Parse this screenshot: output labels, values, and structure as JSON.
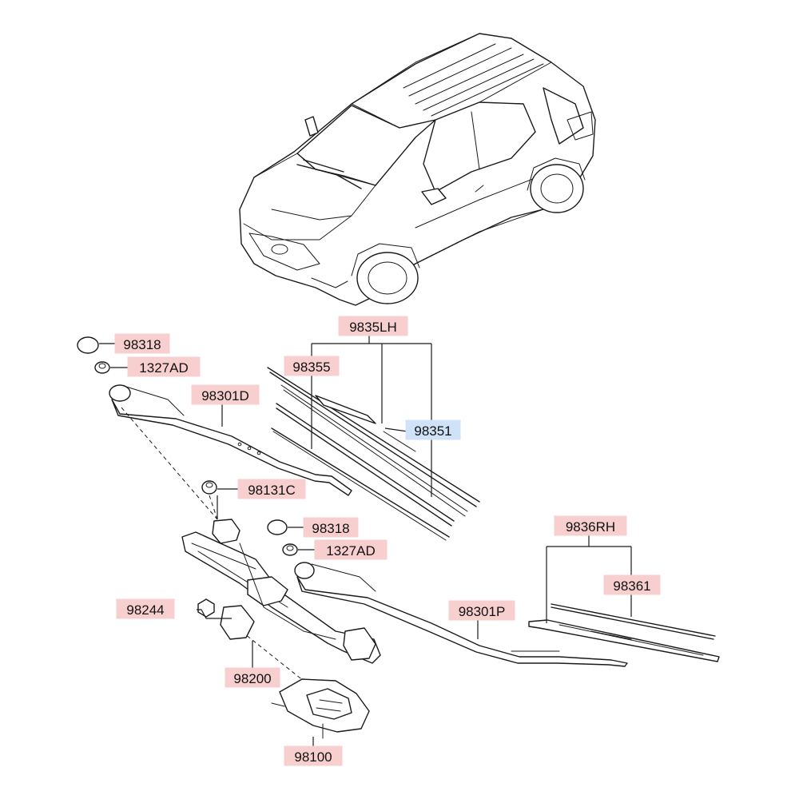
{
  "colors": {
    "label_background": "#f7cfcf",
    "highlighted_label_background": "#cfe2f7",
    "line_art": "#1a1a1a",
    "background": "#ffffff"
  },
  "parts": {
    "cap_lh": "98318",
    "nut_lh": "1327AD",
    "arm_driver": "98301D",
    "blade_assembly_lh": "9835LH",
    "refill_lh": "98355",
    "blade_lh": "98351",
    "pivot_cap": "98131C",
    "cap_rh": "98318",
    "nut_rh": "1327AD",
    "bolt": "98244",
    "arm_passenger": "98301P",
    "blade_assembly_rh": "9836RH",
    "blade_rh": "98361",
    "linkage": "98200",
    "motor": "98100"
  }
}
